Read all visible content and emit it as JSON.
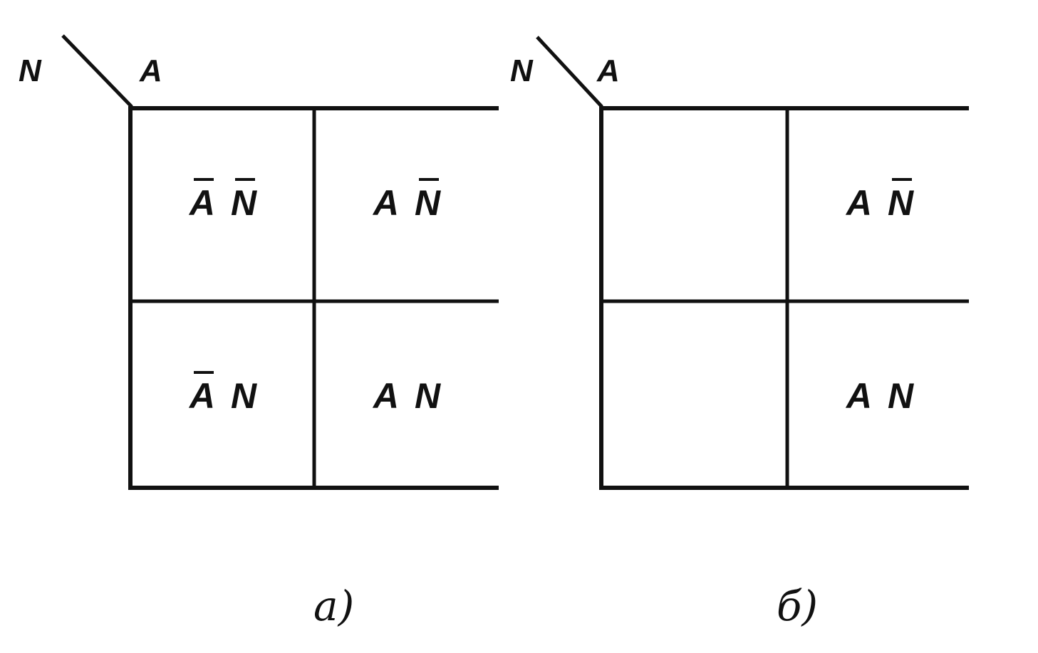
{
  "figures": [
    {
      "caption": "а)",
      "axis_labels": {
        "column_var": "A",
        "row_var": "N"
      },
      "cells": [
        {
          "terms": [
            {
              "symbol": "A",
              "negated": true
            },
            {
              "symbol": "N",
              "negated": true
            }
          ]
        },
        {
          "terms": [
            {
              "symbol": "A",
              "negated": false
            },
            {
              "symbol": "N",
              "negated": true
            }
          ]
        },
        {
          "terms": [
            {
              "symbol": "A",
              "negated": true
            },
            {
              "symbol": "N",
              "negated": false
            }
          ]
        },
        {
          "terms": [
            {
              "symbol": "A",
              "negated": false
            },
            {
              "symbol": "N",
              "negated": false
            }
          ]
        }
      ]
    },
    {
      "caption": "б)",
      "axis_labels": {
        "column_var": "A",
        "row_var": "N"
      },
      "cells": [
        {
          "terms": []
        },
        {
          "terms": [
            {
              "symbol": "A",
              "negated": false
            },
            {
              "symbol": "N",
              "negated": true
            }
          ]
        },
        {
          "terms": []
        },
        {
          "terms": [
            {
              "symbol": "A",
              "negated": false
            },
            {
              "symbol": "N",
              "negated": false
            }
          ]
        }
      ]
    }
  ],
  "colors": {
    "ink": "#111111",
    "background": "#ffffff"
  }
}
